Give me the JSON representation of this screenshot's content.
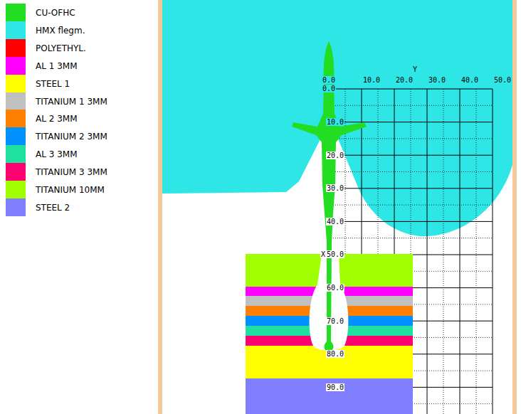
{
  "diagram": {
    "labels": [
      "Y",
      "0.0",
      "10.0",
      "20.0",
      "30.0",
      "40.0",
      "50.0",
      "0.0",
      "10.0",
      "20.0",
      "30.0",
      "40.0",
      "X",
      "50.0",
      "60.0",
      "70.0",
      "80.0",
      "90.0"
    ],
    "legend": [
      {
        "text": "CU-OFHC",
        "color": "#22dd22"
      },
      {
        "text": "HMX flegm.",
        "color": "#2ee6e6"
      },
      {
        "text": "POLYETHYL.",
        "color": "#ff0000"
      },
      {
        "text": "AL 1 3MM",
        "color": "#ff00ff"
      },
      {
        "text": "STEEL 1",
        "color": "#ffff00"
      },
      {
        "text": "TITANIUM 1 3MM",
        "color": "#c0c0c0"
      },
      {
        "text": "AL 2 3MM",
        "color": "#ff8000"
      },
      {
        "text": "TITANIUM 2 3MM",
        "color": "#0090ff"
      },
      {
        "text": "AL 3 3MM",
        "color": "#20e0a0"
      },
      {
        "text": "TITANIUM 3 3MM",
        "color": "#ff0070"
      },
      {
        "text": "TITANIUM 10MM",
        "color": "#a0ff00"
      },
      {
        "text": "STEEL 2",
        "color": "#8080ff"
      }
    ]
  }
}
